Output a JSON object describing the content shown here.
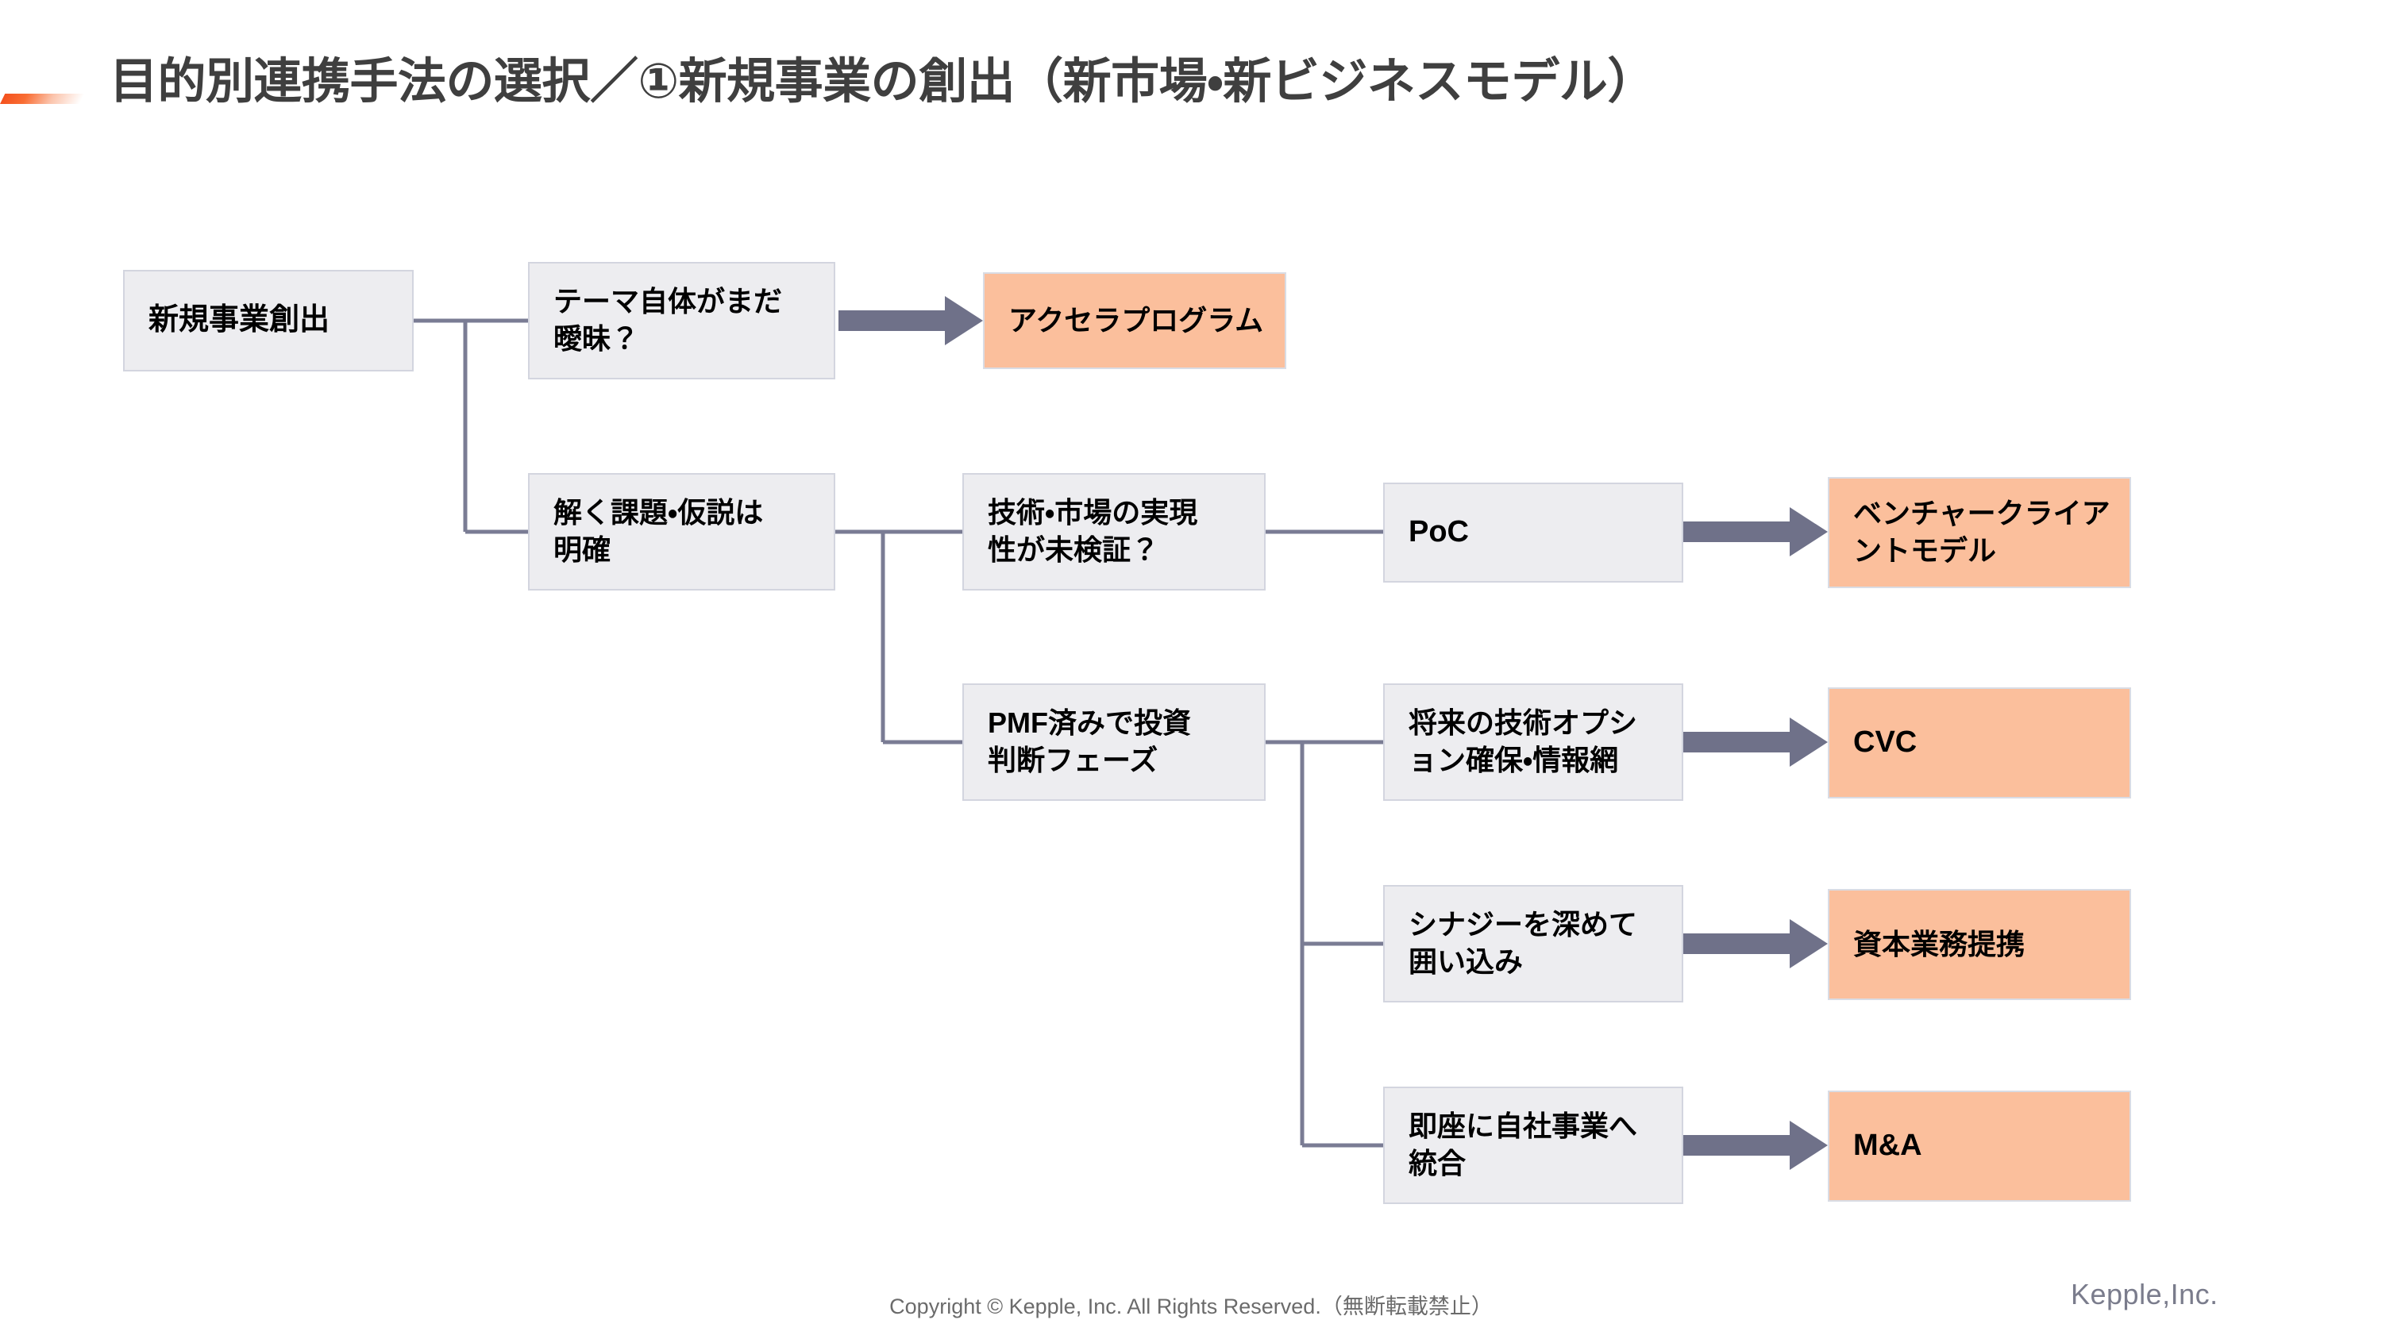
{
  "slide": {
    "title": "目的別連携手法の選択／①新規事業の創出（新市場・新ビジネスモデル）",
    "accent_color": "#F4511E",
    "node_gray_fill": "#EDEDF0",
    "node_orange_fill": "#FBBF9C",
    "connector_color": "#7A7C94",
    "arrow_color": "#6F7189"
  },
  "diagram": {
    "type": "decision-tree-flowchart",
    "root": {
      "label": "新規事業創出"
    },
    "branches": [
      {
        "condition": "テーマ自体がまだ\n曖昧？",
        "outcome": "アクセラプログラム"
      },
      {
        "condition": "解く課題・仮説は\n明確",
        "sub_branches": [
          {
            "condition": "技術・市場の実現\n性が未検証？",
            "step": "PoC",
            "outcome": "ベンチャークライア\nントモデル"
          },
          {
            "condition": "PMF済みで投資\n判断フェーズ",
            "leaves": [
              {
                "condition": "将来の技術オプシ\nョン確保・情報網",
                "outcome": "CVC"
              },
              {
                "condition": "シナジーを深めて\n囲い込み",
                "outcome": "資本業務提携"
              },
              {
                "condition": "即座に自社事業へ\n統合",
                "outcome": "M&A"
              }
            ]
          }
        ]
      }
    ]
  },
  "footer": {
    "copyright": "Copyright © Kepple, Inc. All Rights Reserved.（無断転載禁止）",
    "brand": "Kepple,Inc."
  }
}
